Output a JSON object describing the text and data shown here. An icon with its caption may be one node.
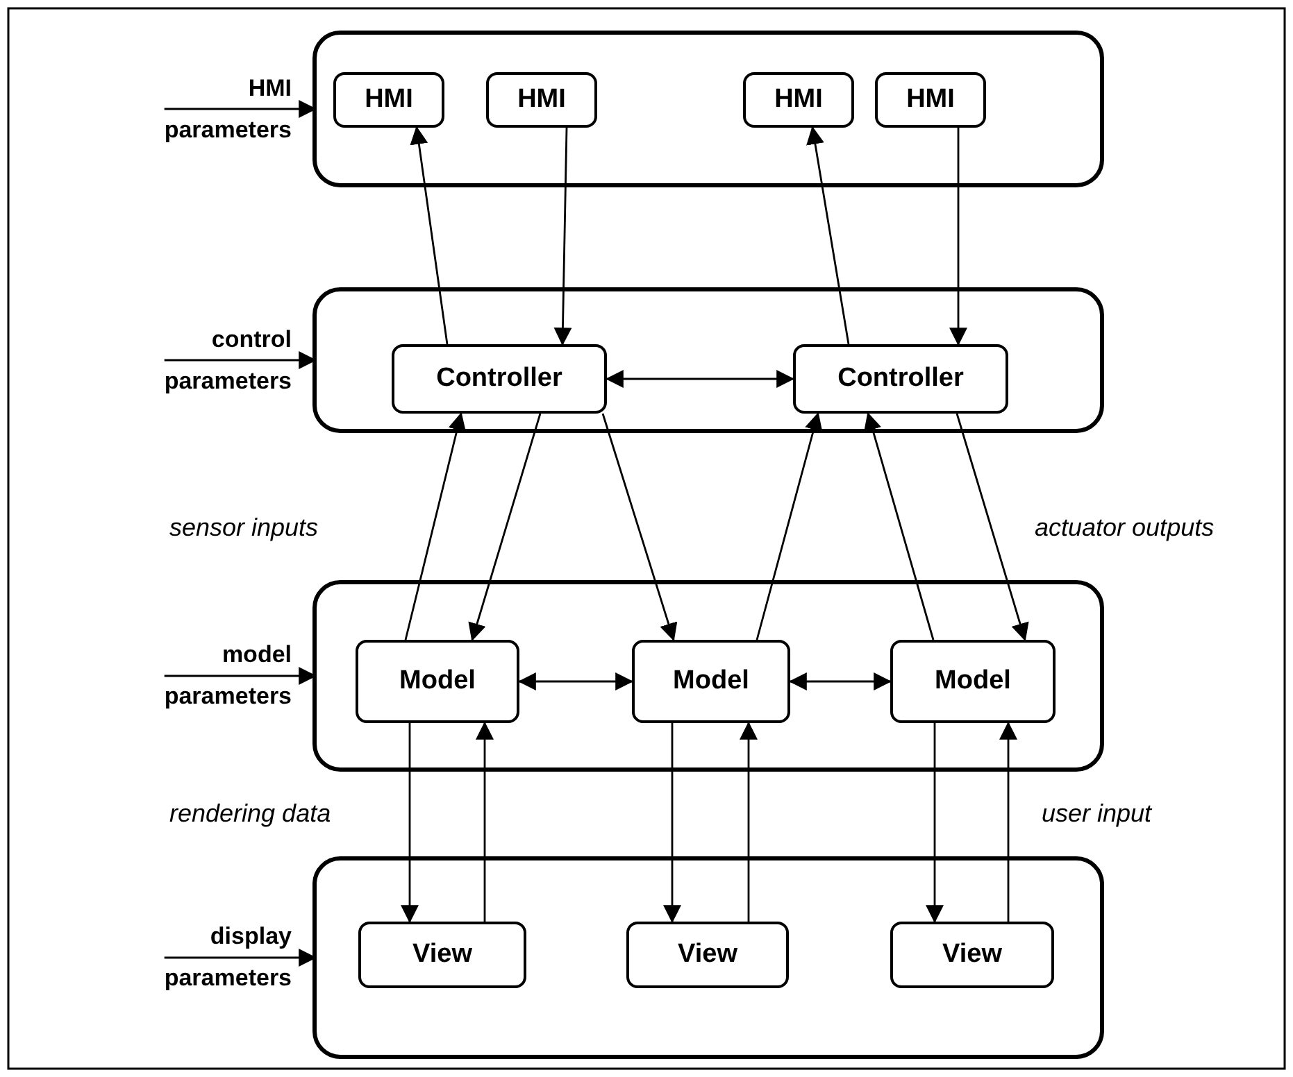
{
  "diagram": {
    "nodes": [
      {
        "text": [],
        "shape": "box"
      },
      {
        "text": [
          "HMI"
        ],
        "in": 0
      },
      {
        "text": [
          "HMI"
        ],
        "in": 0
      },
      {
        "text": [
          "HMI"
        ],
        "in": 0
      },
      {
        "text": [
          "HMI"
        ],
        "in": 0
      },
      {
        "text": [
          "HMI parameters"
        ]
      },
      {
        "text": [],
        "shape": "box"
      },
      {
        "text": [
          "Controller"
        ],
        "in": 6
      },
      {
        "text": [
          "Controller"
        ],
        "in": 6
      },
      {
        "text": [
          "control parameters"
        ]
      },
      {
        "text": [],
        "shape": "box"
      },
      {
        "text": [
          "Model"
        ],
        "in": 10
      },
      {
        "text": [
          "Model"
        ],
        "in": 10
      },
      {
        "text": [
          "Model"
        ],
        "in": 10
      },
      {
        "text": [
          "model parameters"
        ]
      },
      {
        "text": [],
        "shape": "box"
      },
      {
        "text": [
          "View"
        ],
        "in": 15
      },
      {
        "text": [
          "View"
        ],
        "in": 15
      },
      {
        "text": [
          "View"
        ],
        "in": 15
      },
      {
        "text": [
          "display parameters"
        ]
      }
    ],
    "edges": [
      {
        "from": 5,
        "to": 0,
        "arrow": "to"
      },
      {
        "from": 7,
        "to": 1,
        "arrow": "to"
      },
      {
        "from": 2,
        "to": 7,
        "arrow": "to"
      },
      {
        "from": 8,
        "to": 3,
        "arrow": "to"
      },
      {
        "from": 4,
        "to": 8,
        "arrow": "to"
      },
      {
        "from": 9,
        "to": 6,
        "arrow": "to"
      },
      {
        "from": 7,
        "to": 8,
        "arrow": "both"
      },
      {
        "from": 11,
        "to": 7,
        "arrow": "to"
      },
      {
        "from": 7,
        "to": 11,
        "arrow": "to"
      },
      {
        "from": 7,
        "to": 12,
        "arrow": "to"
      },
      {
        "from": 12,
        "to": 8,
        "arrow": "to"
      },
      {
        "from": 13,
        "to": 8,
        "arrow": "to"
      },
      {
        "from": 8,
        "to": 13,
        "arrow": "to"
      },
      {
        "from": 14,
        "to": 10,
        "arrow": "to"
      },
      {
        "from": 11,
        "to": 12,
        "arrow": "both"
      },
      {
        "from": 12,
        "to": 13,
        "arrow": "both"
      },
      {
        "from": 11,
        "to": 16,
        "arrow": "to"
      },
      {
        "from": 16,
        "to": 11,
        "arrow": "to"
      },
      {
        "from": 12,
        "to": 17,
        "arrow": "to"
      },
      {
        "from": 17,
        "to": 12,
        "arrow": "to"
      },
      {
        "from": 13,
        "to": 18,
        "arrow": "to"
      },
      {
        "from": 18,
        "to": 13,
        "arrow": "to"
      },
      {
        "from": 19,
        "to": 15,
        "arrow": "to"
      }
    ],
    "labels": [
      "sensor inputs",
      "actuator outputs",
      "rendering data",
      "user input"
    ]
  }
}
